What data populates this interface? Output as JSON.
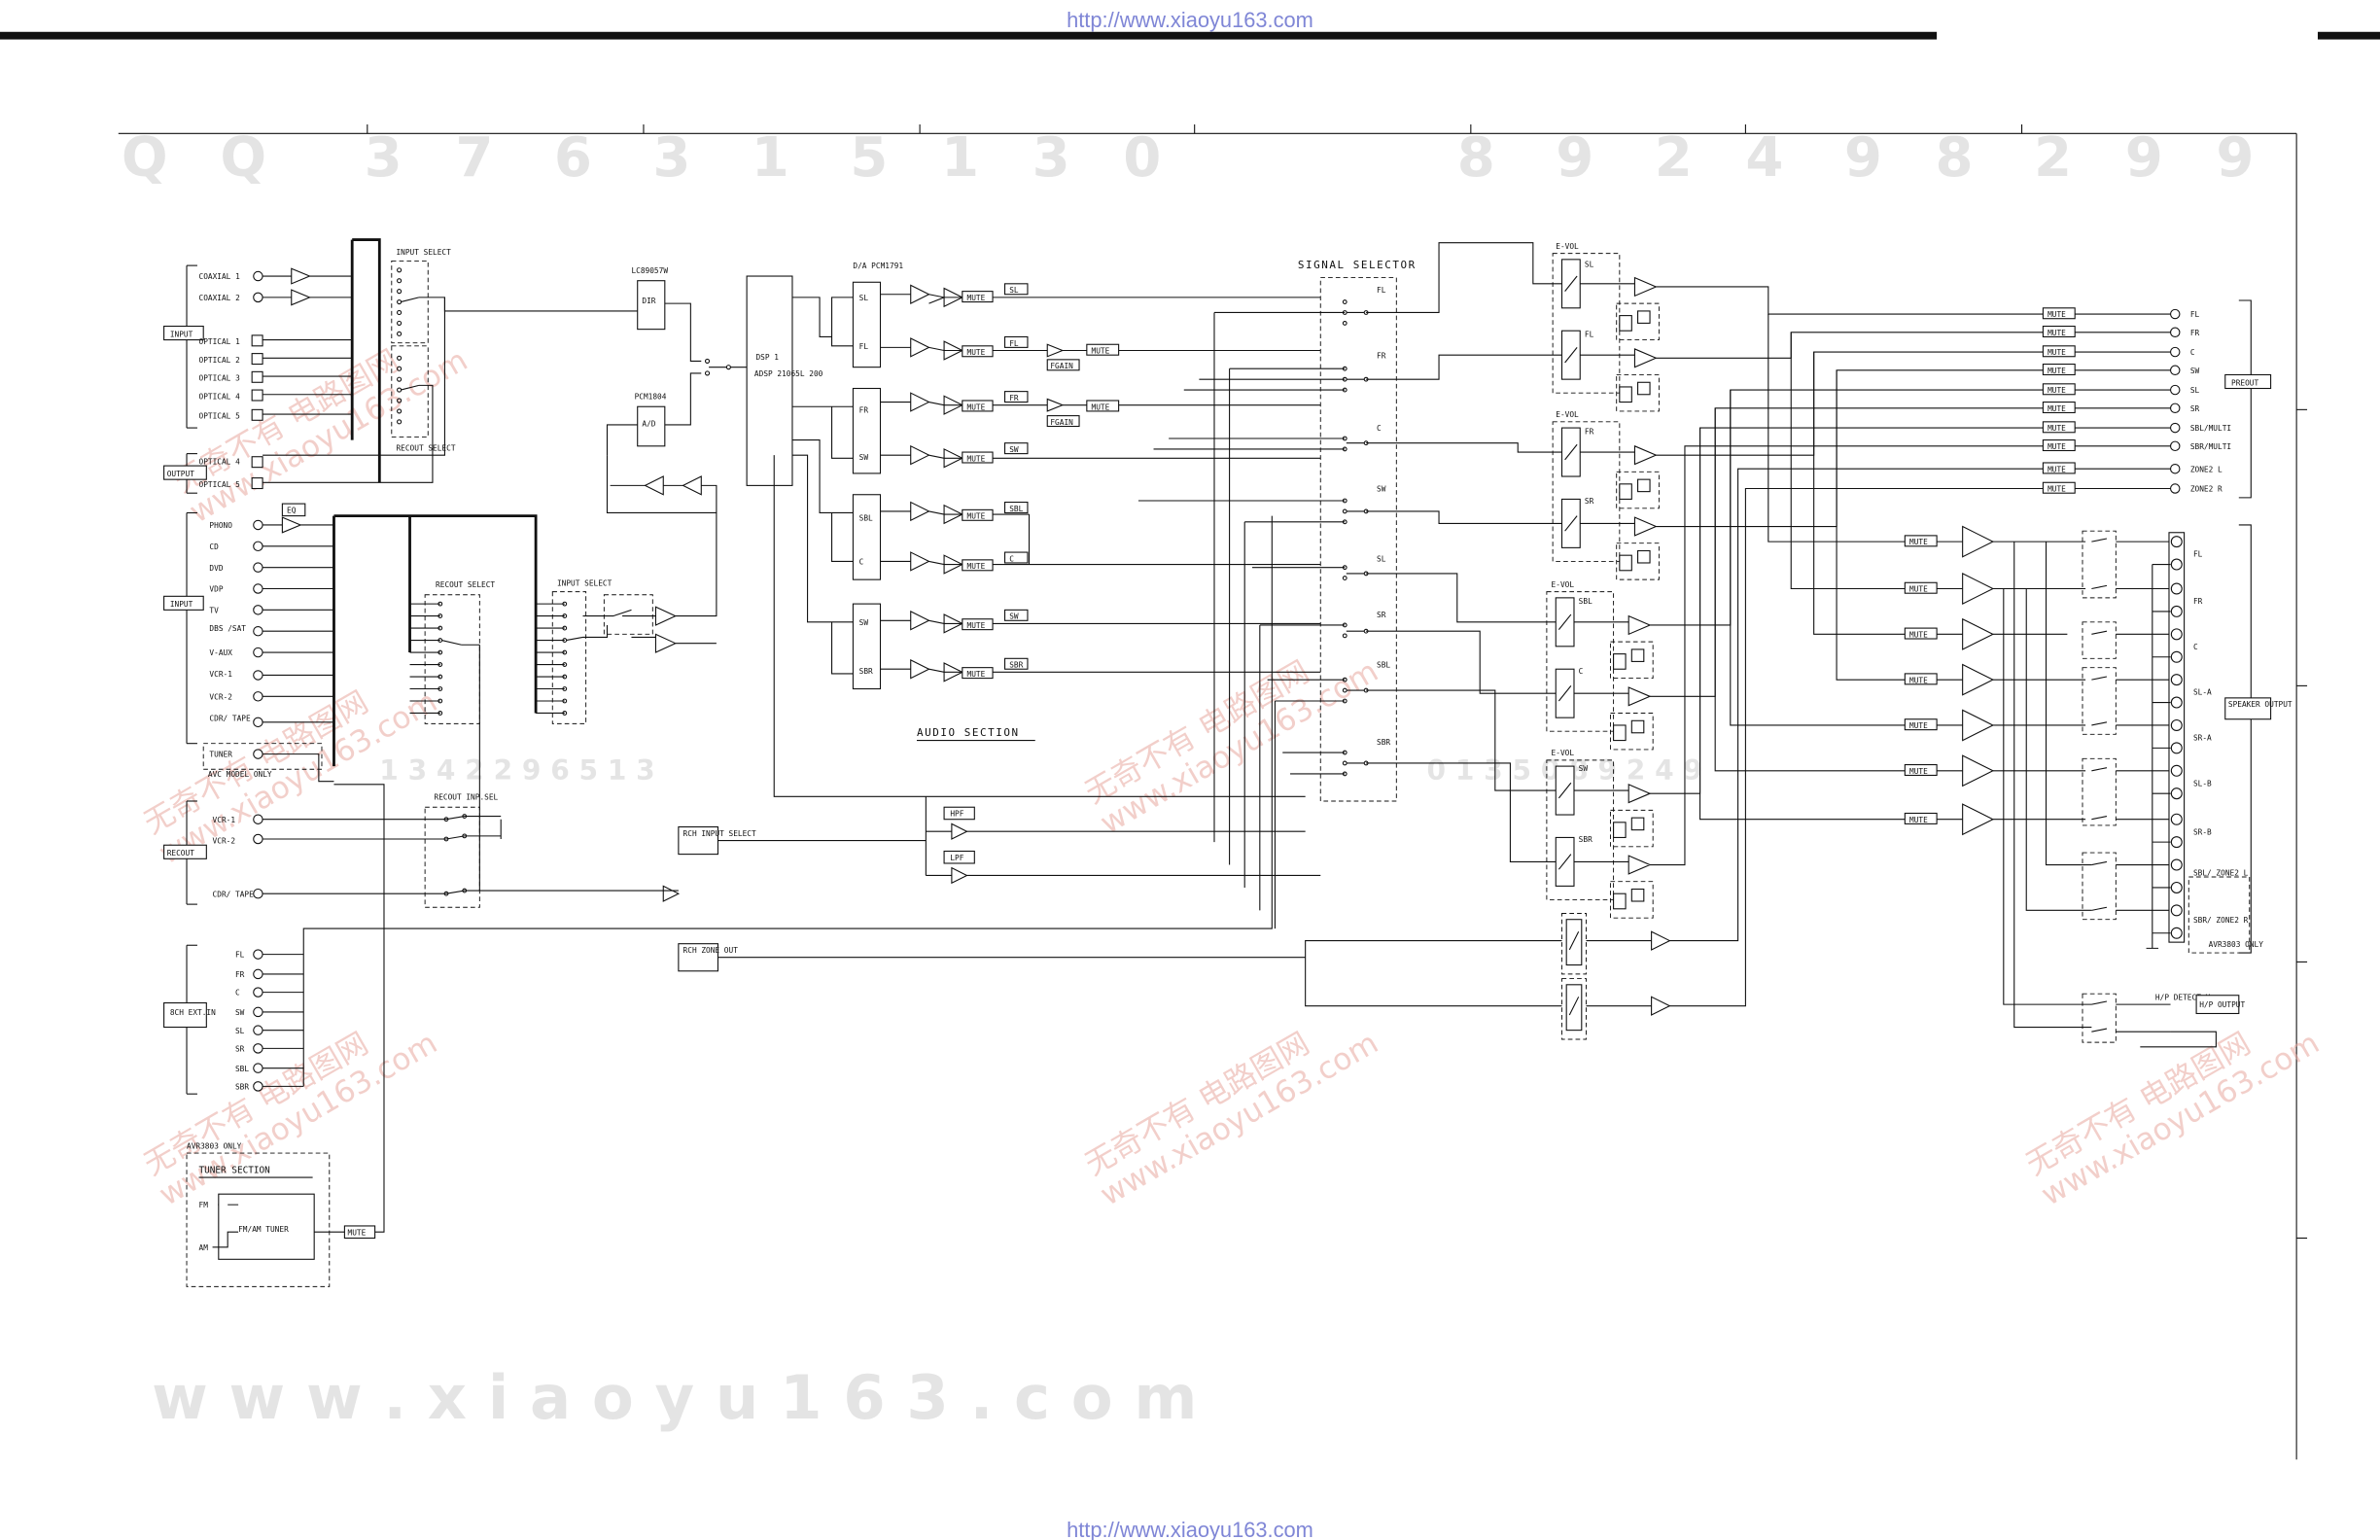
{
  "header": {
    "url_top": "http://www.xiaoyu163.com",
    "url_bottom": "http://www.xiaoyu163.com"
  },
  "watermarks": {
    "top_digits": [
      "Q",
      "Q",
      "3",
      "7",
      "6",
      "3",
      "1",
      "5",
      "1",
      "3",
      "0",
      "8",
      "9",
      "2",
      "4",
      "9",
      "8",
      "2",
      "9",
      "9"
    ],
    "bottom_text": "w w w . x i a o y u 1 6 3 . c o m",
    "mid_digits": "1 3 4 2 2 9 6 5 1 3",
    "mid_digits_right": "0 1 3 5 0 8 9 2 4 9",
    "red_cn": "无奇不有 电路图网",
    "red_url": "www.xiaoyu163.com"
  },
  "inputs": {
    "digital": [
      "COAXIAL 1",
      "COAXIAL 2",
      "OPTICAL 1",
      "OPTICAL 2",
      "OPTICAL 3",
      "OPTICAL 4",
      "OPTICAL 5"
    ],
    "digital_tag": "INPUT",
    "optical_out": [
      "OPTICAL 4",
      "OPTICAL 5"
    ],
    "optical_out_tag": "OUTPUT",
    "analog": [
      "PHONO",
      "CD",
      "DVD",
      "VDP",
      "TV",
      "DBS /SAT",
      "V-AUX",
      "VCR-1",
      "VCR-2",
      "CDR/ TAPE"
    ],
    "analog_tag": "INPUT",
    "eq": "EQ",
    "tuner": "TUNER",
    "avc_note": "AVC MODEL ONLY",
    "rec_out": [
      "VCR-1",
      "VCR-2",
      "CDR/ TAPE"
    ],
    "rec_out_tag": "RECOUT",
    "ext_in": [
      "FL",
      "FR",
      "C",
      "SW",
      "SL",
      "SR",
      "SBL",
      "SBR"
    ],
    "ext_in_tag": "8CH EXT.IN"
  },
  "blocks": {
    "input_select": "INPUT SELECT",
    "recout_select": "RECOUT SELECT",
    "recout_select2": "RECOUT SELECT",
    "recout_inpsel": "RECOUT INP.SEL",
    "input_select2": "INPUT SELECT",
    "dir_chip": "LC89057W",
    "dir": "DIR",
    "adc_chip": "PCM1804",
    "adc": "A/D",
    "dsp": "DSP 1",
    "dsp_sub": "ADSP 21065L 200",
    "dac_chip": "D/A PCM1791",
    "dac_channels": [
      "SL",
      "FL",
      "FR",
      "SW",
      "SBL",
      "C",
      "SW",
      "SBR"
    ],
    "mute": "MUTE",
    "fgain": "FGAIN",
    "audio_section": "AUDIO SECTION",
    "signal_selector": "SIGNAL SELECTOR",
    "sel_labels": [
      "FL",
      "FR",
      "C",
      "SW",
      "SL",
      "SR",
      "SBL",
      "SBR"
    ],
    "evol": "E-VOL",
    "evol_channels": [
      "SL",
      "FL",
      "FR",
      "SR",
      "SBL",
      "C",
      "SW",
      "SBR"
    ],
    "hpf": "HPF",
    "lpf": "LPF",
    "rch_input": "RCH INPUT SELECT",
    "rch_zone": "RCH ZONE OUT"
  },
  "preout": {
    "channels": [
      "FL",
      "FR",
      "C",
      "SW",
      "SL",
      "SR",
      "SBL/MULTI",
      "SBR/MULTI",
      "ZONE2 L",
      "ZONE2 R"
    ],
    "tag": "PREOUT"
  },
  "speaker": {
    "channels": [
      "FL",
      "FR",
      "C",
      "SL-A",
      "SR-A",
      "SL-B",
      "SR-B",
      "SBL/ ZONE2 L",
      "SBR/ ZONE2 R"
    ],
    "tag": "SPEAKER OUTPUT",
    "note": "AVR3803 ONLY"
  },
  "headphone": {
    "detect": "H/P DETECT Vcc",
    "out": "H/P OUTPUT"
  },
  "tuner": {
    "note": "AVR3803 ONLY",
    "title": "TUNER SECTION",
    "fm": "FM",
    "am": "AM",
    "block": "FM/AM TUNER",
    "mute": "MUTE"
  }
}
